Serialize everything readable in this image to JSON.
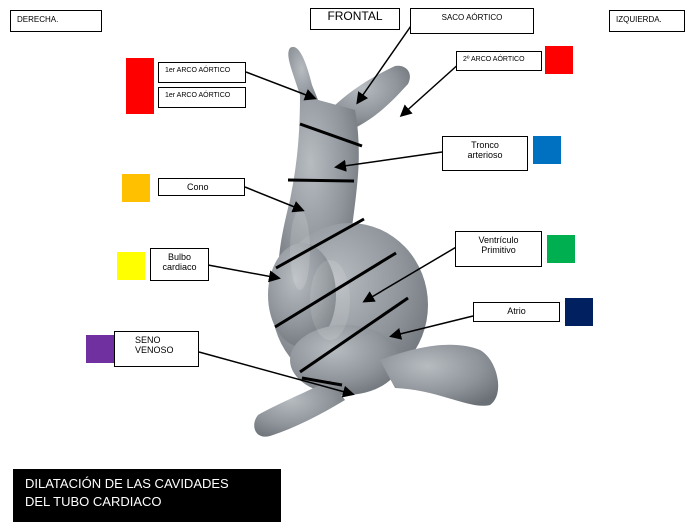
{
  "orientation": {
    "left": "DERECHA.",
    "center": "FRONTAL",
    "right": "IZQUIERDA."
  },
  "labels": {
    "saco_aortico": "SACO AÓRTICO",
    "primer_arco_a": "1er ARCO AÓRTICO",
    "primer_arco_b": "1er ARCO AÓRTICO",
    "segundo_arco": "2º ARCO AÓRTICO",
    "tronco_line1": "Tronco",
    "tronco_line2": "arterioso",
    "cono": "Cono",
    "bulbo_line1": "Bulbo",
    "bulbo_line2": "cardiaco",
    "ventriculo_line1": "Ventrículo",
    "ventriculo_line2": "Primitivo",
    "atrio": "Atrio",
    "seno_line1": "SENO",
    "seno_line2": "VENOSO"
  },
  "caption": {
    "line1": "DILATACIÓN DE LAS CAVIDADES",
    "line2": "DEL TUBO CARDIACO"
  },
  "colors": {
    "arco_1": "#ff0000",
    "arco_2": "#ff0000",
    "tronco": "#0070c0",
    "cono": "#ffc000",
    "bulbo": "#ffff00",
    "ventriculo": "#00b050",
    "atrio": "#002060",
    "seno": "#7030a0",
    "model_gray": "#8e949a"
  }
}
